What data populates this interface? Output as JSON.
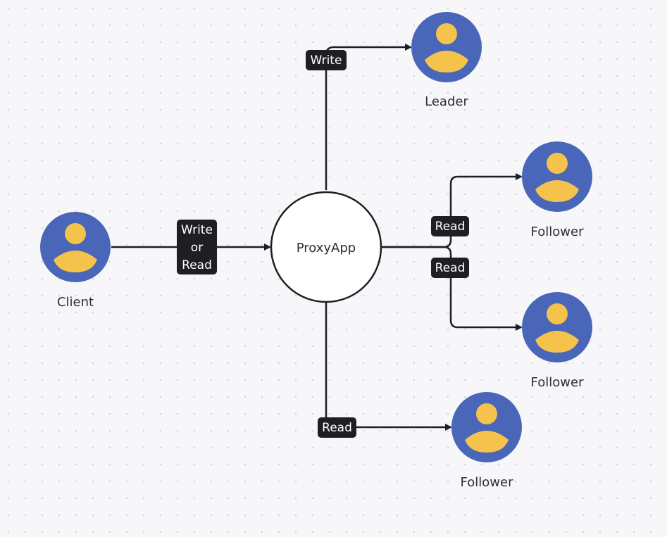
{
  "colors": {
    "avatar_circle": "#4a66b9",
    "avatar_figure": "#f5c24c",
    "edge": "#1d1f24",
    "label_bg": "#1d1f24",
    "label_text": "#ffffff",
    "center_fill": "#ffffff"
  },
  "center": {
    "label": "ProxyApp"
  },
  "nodes": {
    "client": {
      "label": "Client",
      "icon": "user-avatar-icon"
    },
    "leader": {
      "label": "Leader",
      "icon": "user-avatar-icon"
    },
    "follower_1": {
      "label": "Follower",
      "icon": "user-avatar-icon"
    },
    "follower_2": {
      "label": "Follower",
      "icon": "user-avatar-icon"
    },
    "follower_3": {
      "label": "Follower",
      "icon": "user-avatar-icon"
    }
  },
  "edges": {
    "client_to_proxy": {
      "label_lines": [
        "Write",
        "or",
        "Read"
      ]
    },
    "proxy_to_leader": {
      "label": "Write"
    },
    "proxy_to_follower_1": {
      "label": "Read"
    },
    "proxy_to_follower_2": {
      "label": "Read"
    },
    "proxy_to_follower_3": {
      "label": "Read"
    }
  }
}
